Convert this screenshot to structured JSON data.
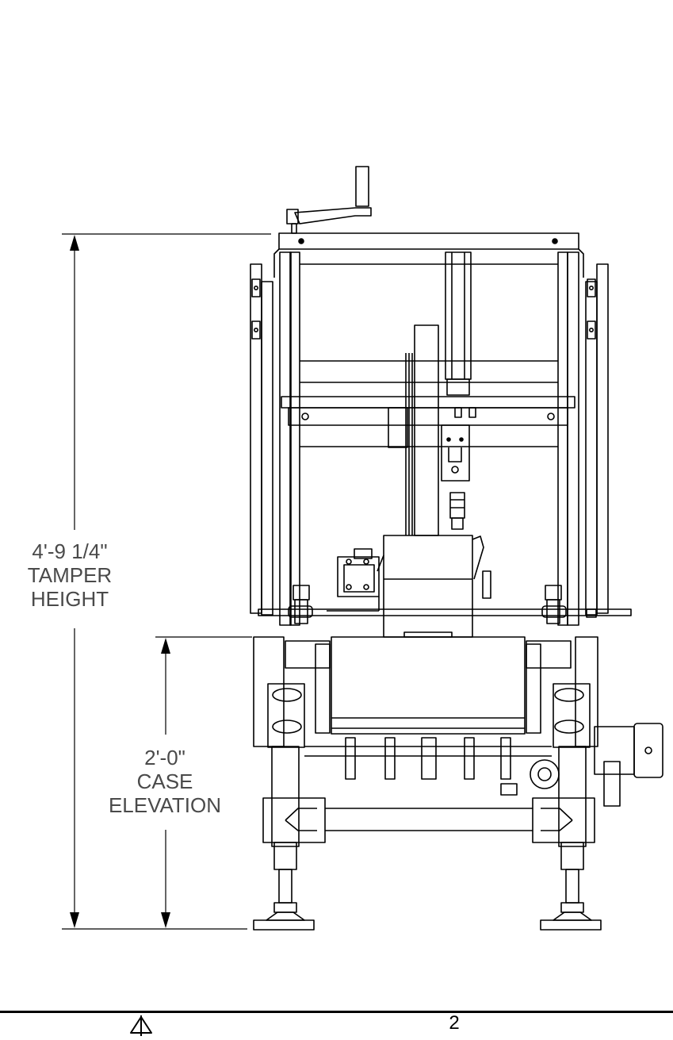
{
  "dimensions": {
    "tamper_height": {
      "value": "4'-9 1/4\"",
      "line2": "TAMPER",
      "line3": "HEIGHT"
    },
    "case_elevation": {
      "value": "2'-0\"",
      "line2": "CASE",
      "line3": "ELEVATION"
    }
  },
  "footer": {
    "page_number": "2"
  }
}
